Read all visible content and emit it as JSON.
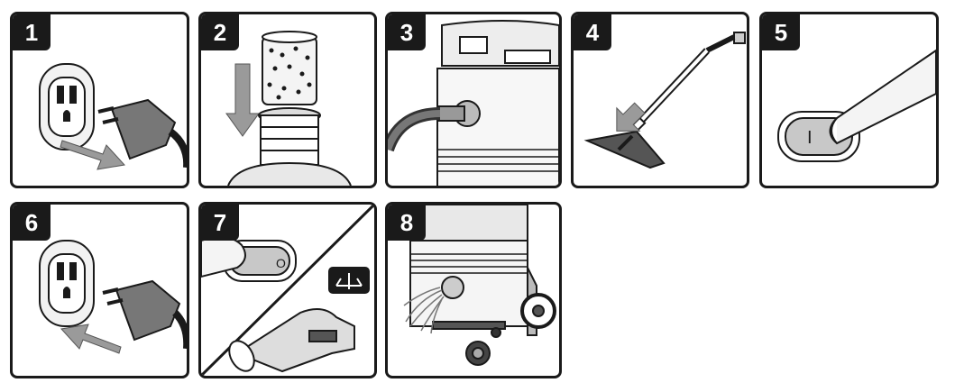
{
  "steps": [
    {
      "number": "1",
      "icon": "unplug-icon"
    },
    {
      "number": "2",
      "icon": "filter-insert-icon"
    },
    {
      "number": "3",
      "icon": "attach-hose-icon"
    },
    {
      "number": "4",
      "icon": "attach-floor-tool-icon"
    },
    {
      "number": "5",
      "icon": "power-on-switch-icon"
    },
    {
      "number": "6",
      "icon": "plug-in-icon"
    },
    {
      "number": "7",
      "icon": "power-off-switch-icon"
    },
    {
      "number": "8",
      "icon": "rinse-tank-icon"
    }
  ],
  "switch": {
    "on_mark": "I",
    "off_mark": "O"
  },
  "colors": {
    "outline": "#1a1a1a",
    "arrow": "#9a9a9a",
    "fill_light": "#e8e8e8",
    "fill_dark": "#555555"
  }
}
